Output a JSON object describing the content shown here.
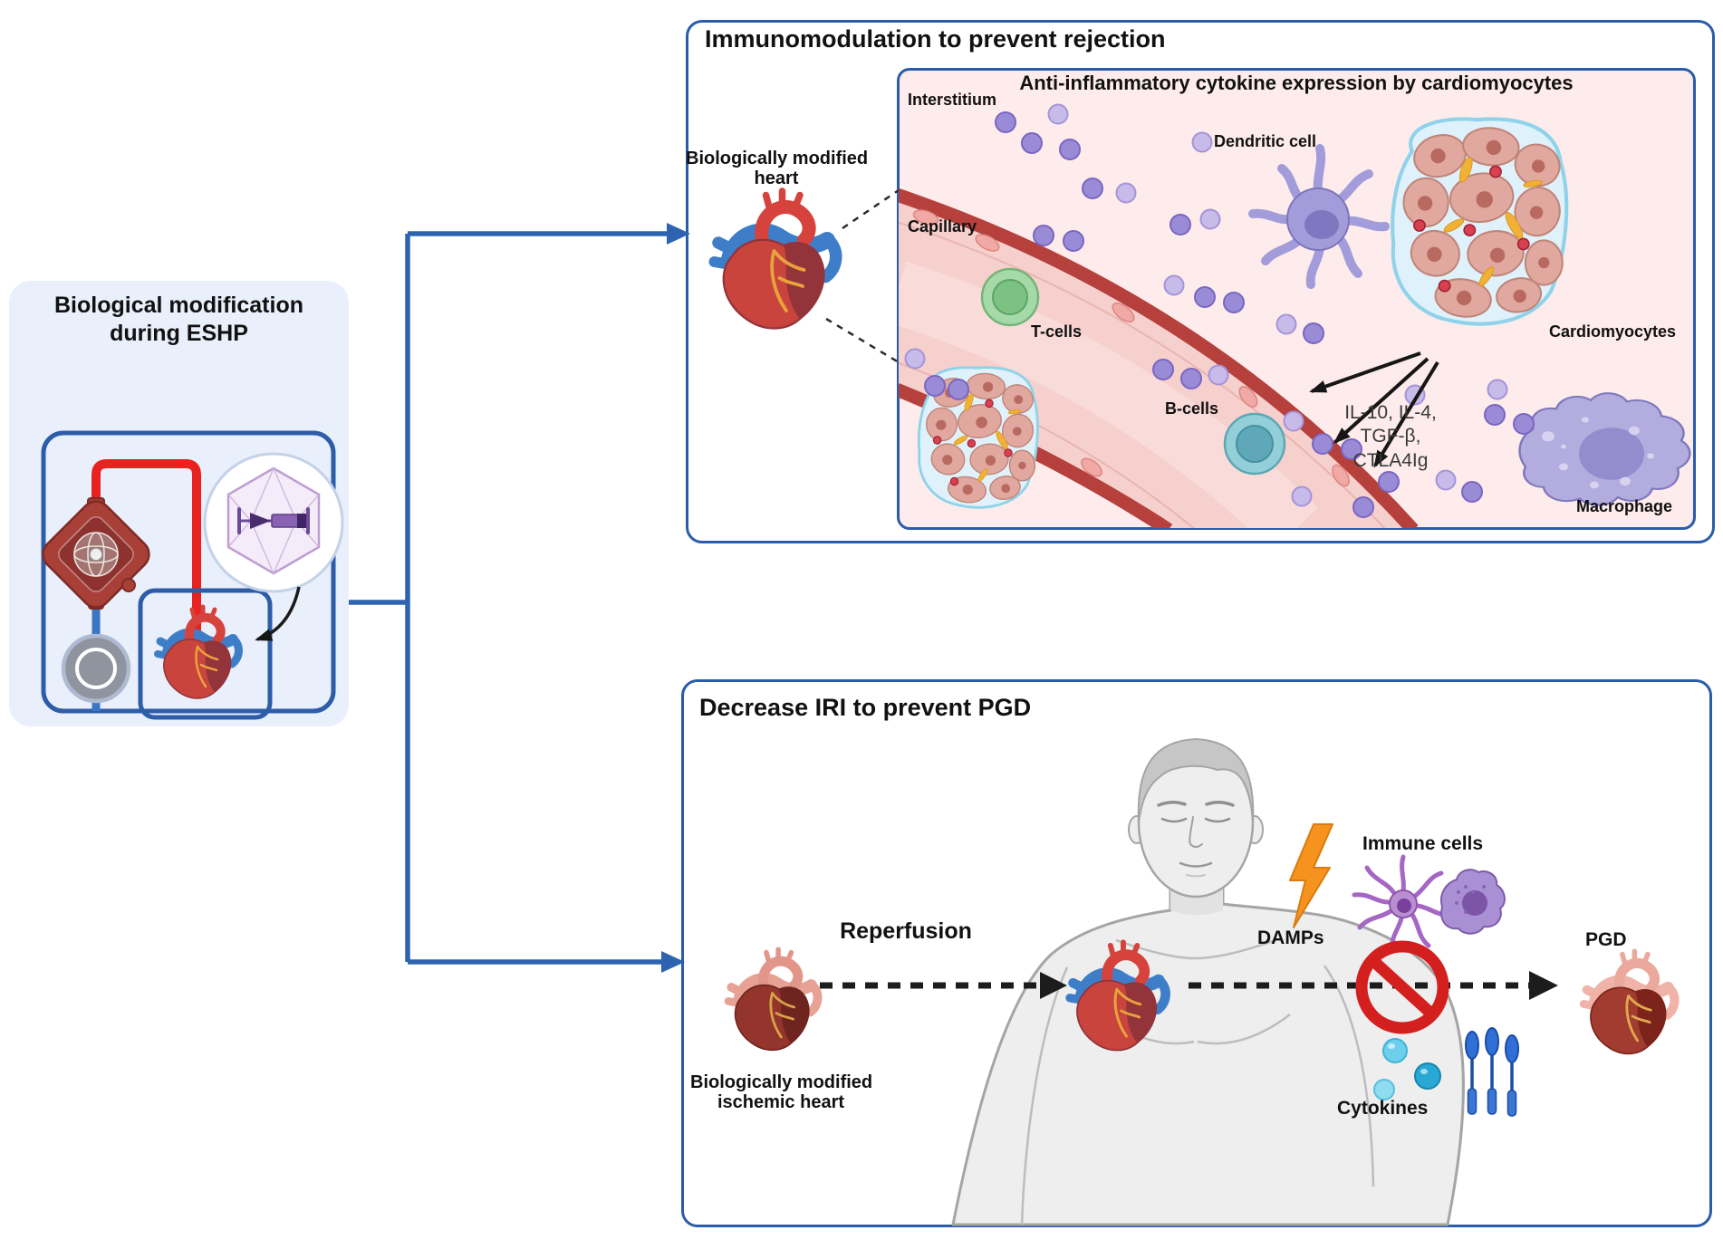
{
  "colors": {
    "panel_border": "#2b5cab",
    "left_panel_bg": "#e9effb",
    "inner_panel_bg": "#fdeceb",
    "connector_blue": "#2e63b0",
    "tube_red": "#e8231f",
    "prohibit_red": "#d41f1f",
    "damps_orange": "#f6921e",
    "cytokine_purple": "#9a8bd6",
    "cytokine_cyan": "#2ab3d9",
    "capillary_wall_red": "#b5403c"
  },
  "left_panel": {
    "title_line1": "Biological modification",
    "title_line2": "during ESHP"
  },
  "top_panel": {
    "title": "Immunomodulation to prevent rejection",
    "heart_label_line1": "Biologically modified",
    "heart_label_line2": "heart",
    "inner": {
      "title": "Anti-inflammatory cytokine expression by cardiomyocytes",
      "interstitium_label": "Interstitium",
      "capillary_label": "Capillary",
      "dendritic_label": "Dendritic cell",
      "tcells_label": "T-cells",
      "bcells_label": "B-cells",
      "cardiomyocytes_label": "Cardiomyocytes",
      "macrophage_label": "Macrophage",
      "cytokines_line1": "IL-10, IL-4,",
      "cytokines_line2": "TGF-β,",
      "cytokines_line3": "CTLA4Ig"
    }
  },
  "bottom_panel": {
    "title": "Decrease IRI to prevent PGD",
    "reperfusion_label": "Reperfusion",
    "ischemic_heart_line1": "Biologically modified",
    "ischemic_heart_line2": "ischemic heart",
    "damps_label": "DAMPs",
    "immune_cells_label": "Immune cells",
    "cytokines_label": "Cytokines",
    "pgd_label": "PGD"
  },
  "illustrations": [
    "perfusion-pump-icon",
    "oxygenator-icon",
    "aav-vector-icon",
    "injection-arrow",
    "heart-illustration",
    "magnifier-dash-lines",
    "capillary-illustration",
    "t-cell-icon",
    "b-cell-icon",
    "dendritic-cell-icon",
    "macrophage-icon",
    "cardiomyocyte-cluster-icon",
    "cytokine-dot",
    "secretion-arrows",
    "human-figure",
    "lightning-bolt-icon",
    "no-entry-icon",
    "antibody-icon",
    "reperfusion-dashed-arrow"
  ]
}
